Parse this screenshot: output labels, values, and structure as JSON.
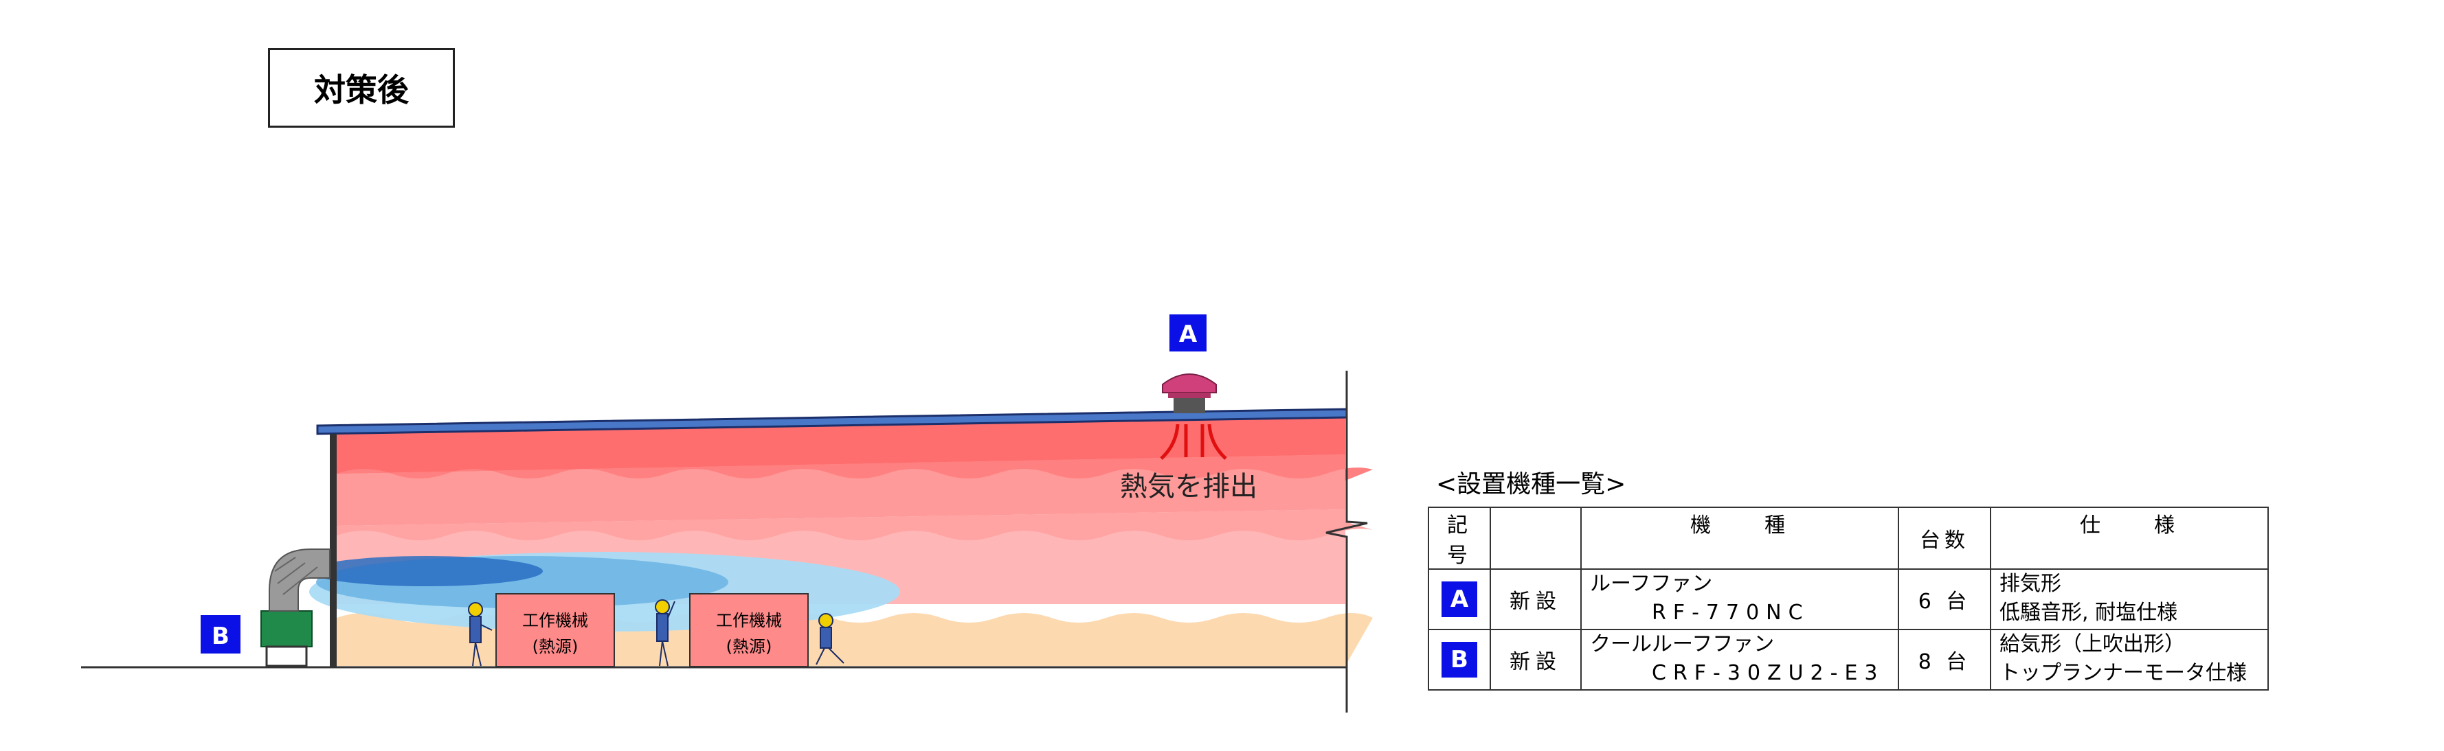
{
  "title": "対策後",
  "diagram": {
    "badge_a": "A",
    "badge_b": "B",
    "exhaust_label": "熱気を排出",
    "machines": [
      {
        "line1": "工作機械",
        "line2": "(熱源)"
      },
      {
        "line1": "工作機械",
        "line2": "(熱源)"
      }
    ]
  },
  "colors": {
    "badge_blue": "#0b10e6",
    "hot_zone_top": "#ff6e6e",
    "hot_zone_mid": "#ff9a9a",
    "cool_floor": "#fdd9b0",
    "cool_air": "#9fd8f2",
    "roof_fan": "#d0407a"
  },
  "list": {
    "caption": "<設置機種一覧>",
    "headers": {
      "symbol": "記号",
      "kind": "",
      "model": "機　　種",
      "qty": "台数",
      "spec": "仕　　様"
    },
    "rows": [
      {
        "symbol": "A",
        "kind": "新設",
        "model1": "ルーフファン",
        "model2": "RF-770NC",
        "qty": "6 台",
        "spec1": "排気形",
        "spec2": "低騒音形, 耐塩仕様"
      },
      {
        "symbol": "B",
        "kind": "新設",
        "model1": "クールルーフファン",
        "model2": "CRF-30ZU2-E3",
        "qty": "8 台",
        "spec1": "給気形（上吹出形）",
        "spec2": "トップランナーモータ仕様"
      }
    ]
  }
}
